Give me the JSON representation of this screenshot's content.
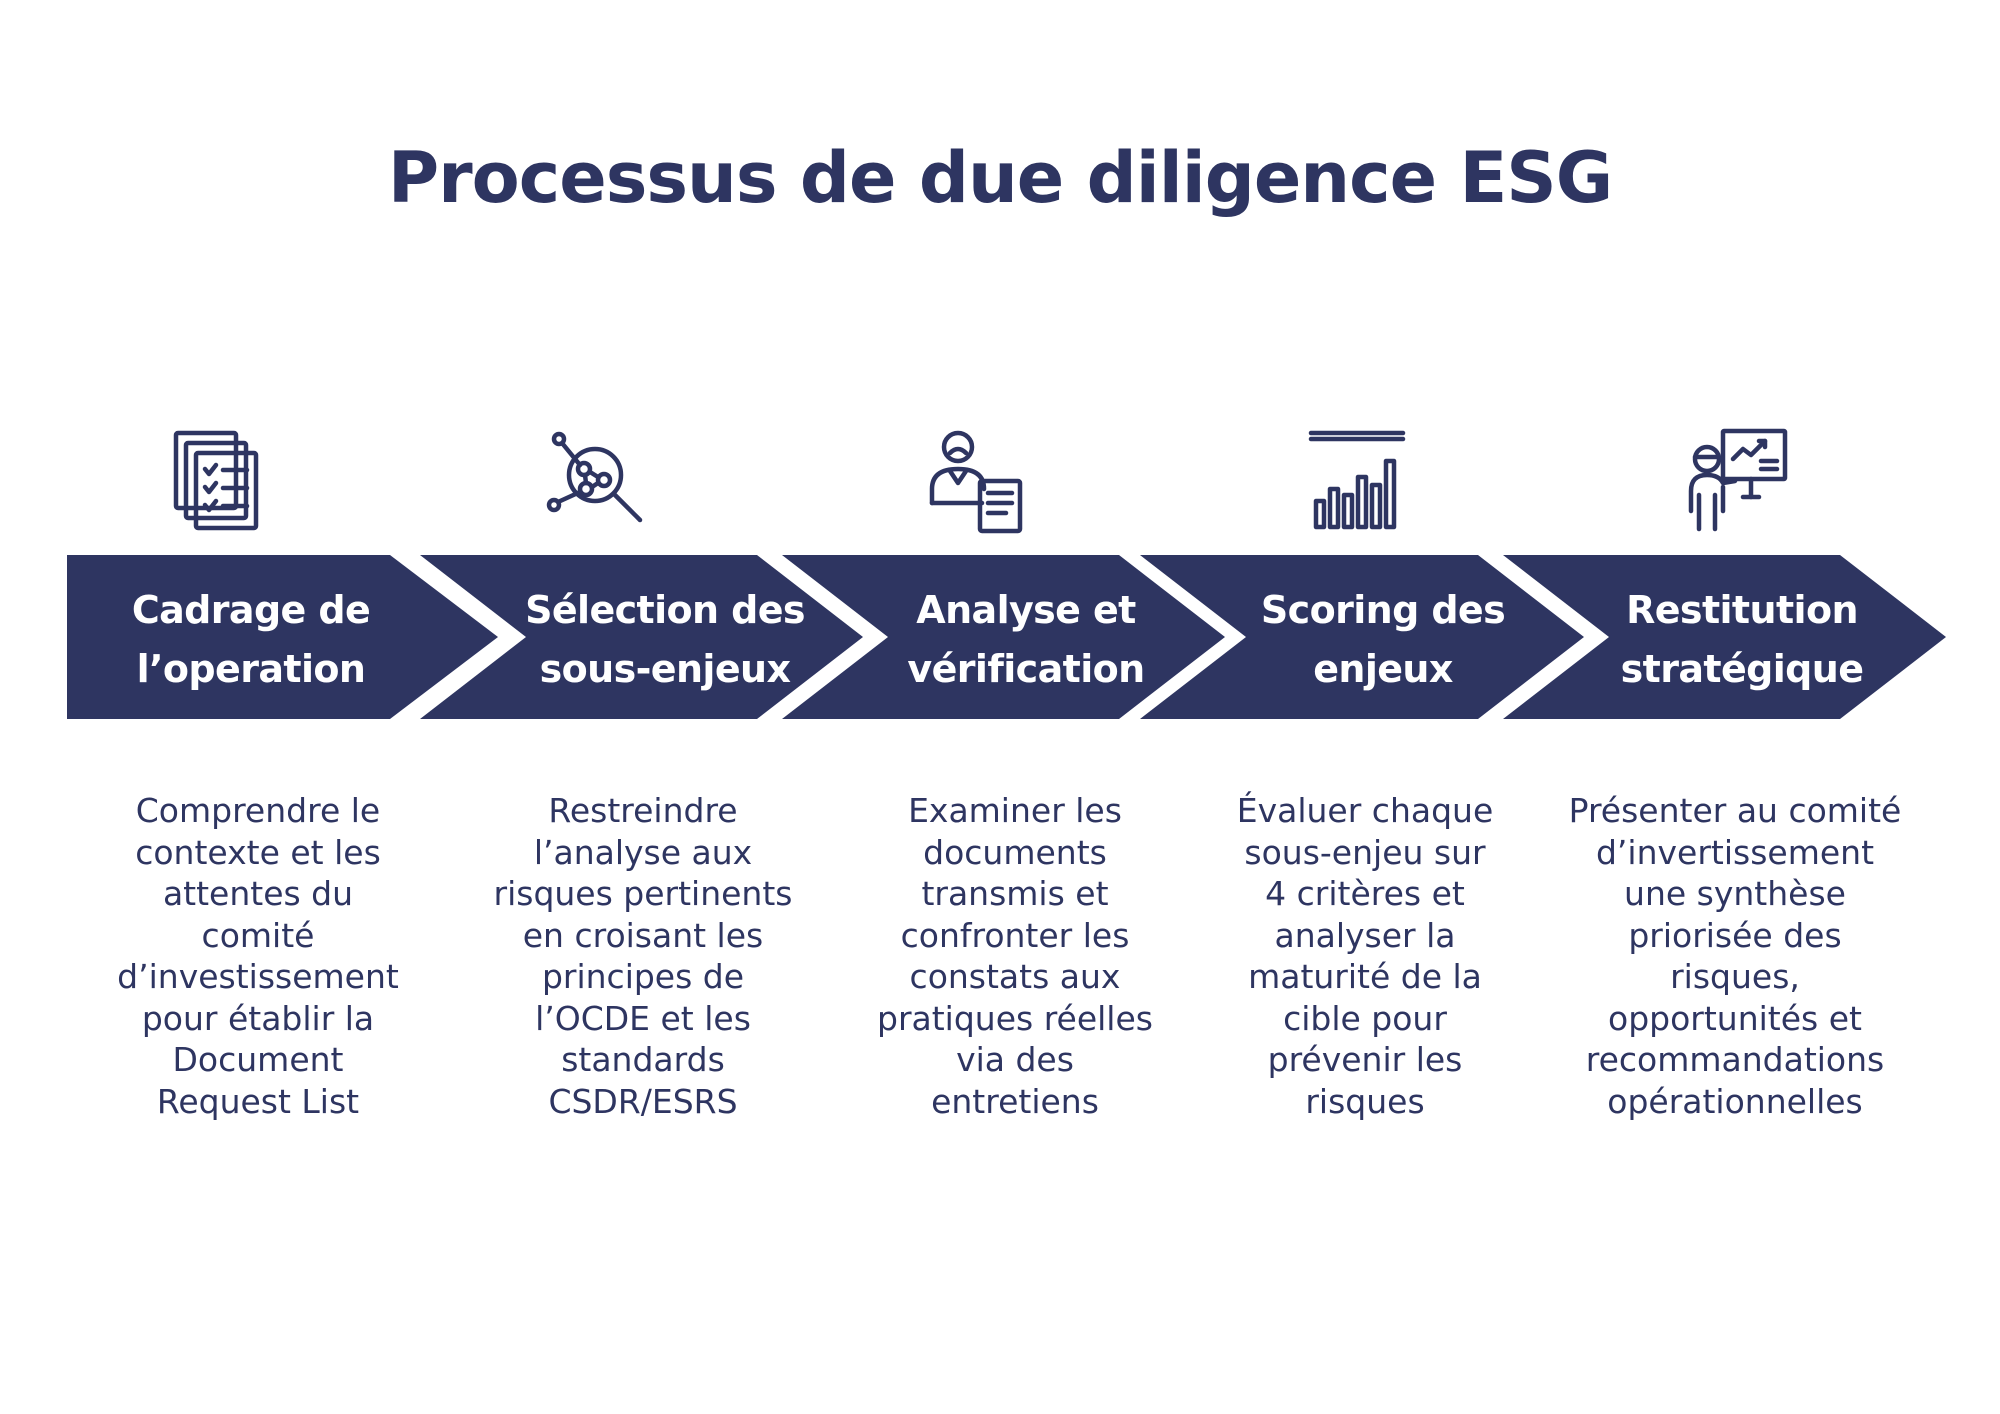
{
  "title": "Processus de due diligence ESG",
  "colors": {
    "primary": "#2e3561",
    "background": "#ffffff",
    "label_text": "#ffffff"
  },
  "steps": [
    {
      "icon": "checklist-documents-icon",
      "label_lines": [
        "Cadrage de",
        "l’operation"
      ],
      "description_lines": [
        "Comprendre le",
        "contexte et les",
        "attentes du",
        "comité",
        "d’investissement",
        "pour établir la",
        "Document",
        "Request List"
      ]
    },
    {
      "icon": "network-magnifier-icon",
      "label_lines": [
        "Sélection des",
        "sous-enjeux"
      ],
      "description_lines": [
        "Restreindre",
        "l’analyse aux",
        "risques pertinents",
        "en croisant les",
        "principes de",
        "l’OCDE et les",
        "standards",
        "CSDR/ESRS"
      ]
    },
    {
      "icon": "person-document-icon",
      "label_lines": [
        "Analyse et",
        "vérification"
      ],
      "description_lines": [
        "Examiner les",
        "documents",
        "transmis et",
        "confronter les",
        "constats aux",
        "pratiques réelles",
        "via des",
        "entretiens"
      ]
    },
    {
      "icon": "bar-chart-icon",
      "label_lines": [
        "Scoring des",
        "enjeux"
      ],
      "description_lines": [
        "Évaluer chaque",
        "sous-enjeu sur",
        "4 critères et",
        "analyser la",
        "maturité de la",
        "cible pour",
        "prévenir les",
        "risques"
      ]
    },
    {
      "icon": "presenter-board-icon",
      "label_lines": [
        "Restitution",
        "stratégique"
      ],
      "description_lines": [
        "Présenter au comité",
        "d’invertissement",
        "une synthèse",
        "priorisée des",
        "risques,",
        "opportunités et",
        "recommandations",
        "opérationnelles"
      ]
    }
  ]
}
